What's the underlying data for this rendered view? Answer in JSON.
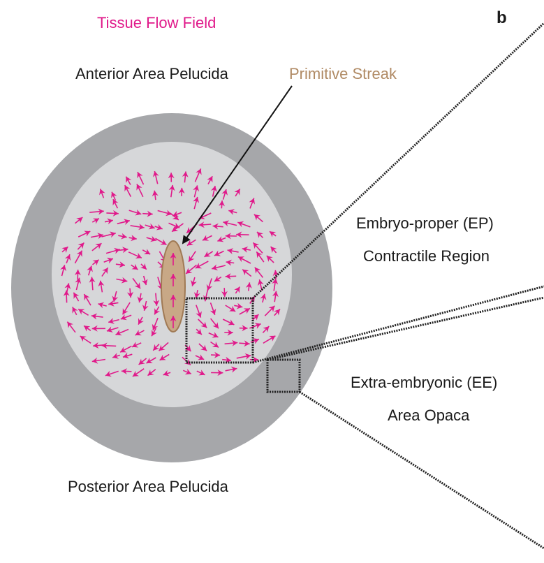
{
  "figure": {
    "panel_letter": "b",
    "flow_title": "Tissue Flow Field",
    "labels": {
      "anterior": "Anterior Area Pelucida",
      "posterior": "Posterior Area Pelucida",
      "primitive_streak": "Primitive Streak",
      "embryo_proper": "Embryo-proper (EP)",
      "contractile_region": "Contractile Region",
      "extra_embryonic": "Extra-embryonic (EE)",
      "area_opaca": "Area Opaca"
    },
    "colors": {
      "title_pink": "#e0198a",
      "arrow_pink": "#e0198a",
      "streak_fill": "#c8a886",
      "streak_stroke": "#a07a55",
      "streak_text": "#b08a64",
      "outer_disc": "#a6a7aa",
      "inner_disc": "#d6d7d9",
      "dotted_lines": "#222222"
    }
  }
}
